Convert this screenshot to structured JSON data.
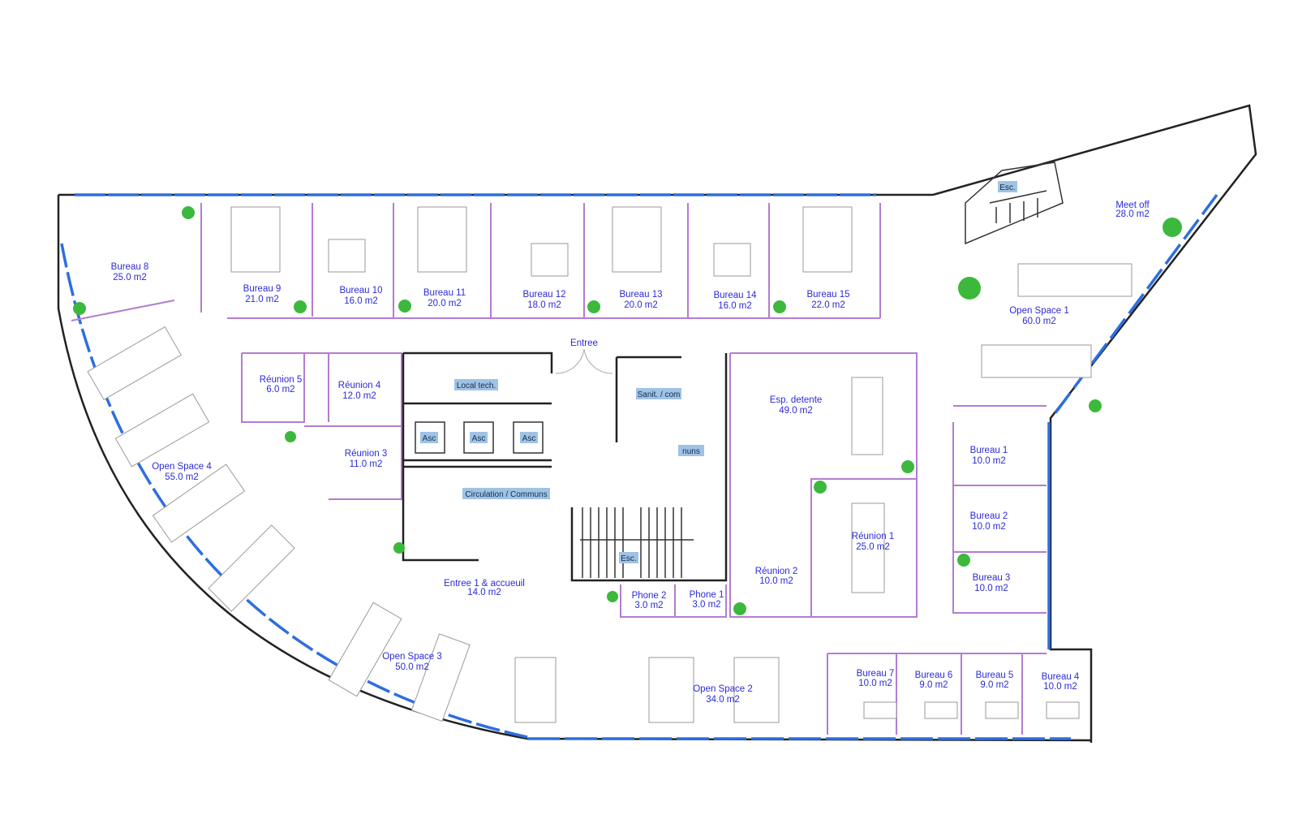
{
  "rooms": [
    {
      "name": "Bureau 8",
      "area": "25.0 m2"
    },
    {
      "name": "Bureau 9",
      "area": "21.0 m2"
    },
    {
      "name": "Bureau 10",
      "area": "16.0 m2"
    },
    {
      "name": "Bureau 11",
      "area": "20.0 m2"
    },
    {
      "name": "Bureau 12",
      "area": "18.0 m2"
    },
    {
      "name": "Bureau 13",
      "area": "20.0 m2"
    },
    {
      "name": "Bureau 14",
      "area": "16.0 m2"
    },
    {
      "name": "Bureau 15",
      "area": "22.0 m2"
    },
    {
      "name": "Meet off",
      "area": "28.0 m2"
    },
    {
      "name": "Open Space 1",
      "area": "60.0 m2"
    },
    {
      "name": "Réunion 5",
      "area": "6.0 m2"
    },
    {
      "name": "Réunion 4",
      "area": "12.0 m2"
    },
    {
      "name": "Réunion 3",
      "area": "11.0 m2"
    },
    {
      "name": "Open Space 4",
      "area": "55.0 m2"
    },
    {
      "name": "Esp. detente",
      "area": "49.0 m2"
    },
    {
      "name": "Bureau 1",
      "area": "10.0 m2"
    },
    {
      "name": "Bureau 2",
      "area": "10.0 m2"
    },
    {
      "name": "Bureau 3",
      "area": "10.0 m2"
    },
    {
      "name": "Réunion 1",
      "area": "25.0 m2"
    },
    {
      "name": "Réunion 2",
      "area": "10.0 m2"
    },
    {
      "name": "Entree 1 & accueuil",
      "area": "14.0 m2"
    },
    {
      "name": "Phone 2",
      "area": "3.0 m2"
    },
    {
      "name": "Phone 1",
      "area": "3.0 m2"
    },
    {
      "name": "Open Space 3",
      "area": "50.0 m2"
    },
    {
      "name": "Open Space 2",
      "area": "34.0 m2"
    },
    {
      "name": "Bureau 7",
      "area": "10.0 m2"
    },
    {
      "name": "Bureau 6",
      "area": "9.0 m2"
    },
    {
      "name": "Bureau 5",
      "area": "9.0 m2"
    },
    {
      "name": "Bureau 4",
      "area": "10.0 m2"
    }
  ],
  "tags": {
    "local_tech": "Local tech.",
    "sanit": "Sanit. / com",
    "asc": "Asc",
    "circulation": "Circulation / Communs",
    "esc": "Esc.",
    "communs_partial": "nuns",
    "entree": "Entree"
  },
  "colors": {
    "label": "#2b2bd6",
    "partition": "#b47cd0",
    "window": "#2d6ee0",
    "plant": "#3cb83c",
    "tag": "#9ec3e6"
  }
}
